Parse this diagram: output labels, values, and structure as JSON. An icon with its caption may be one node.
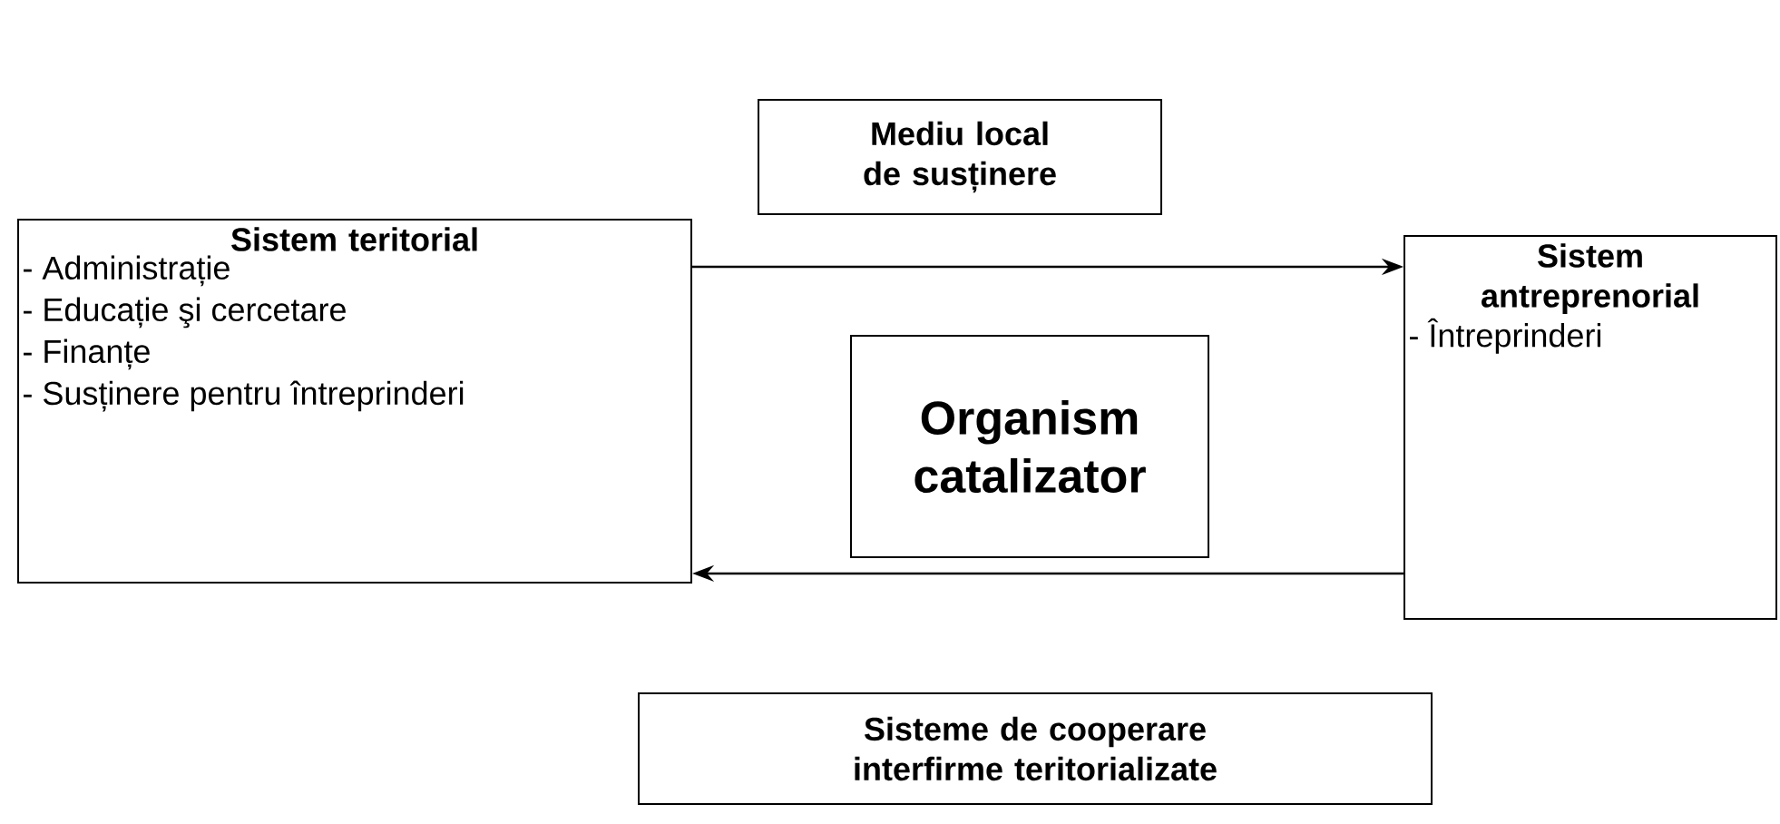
{
  "diagram": {
    "nodes": [
      {
        "text": [
          "Mediu local de susținere"
        ]
      },
      {
        "text": [
          "Sistem teritorial",
          "- Administrație",
          "- Educație şi cercetare",
          "- Finanțe",
          "- Susținere pentru întreprinderi"
        ]
      },
      {
        "text": [
          "Organism catalizator"
        ]
      },
      {
        "text": [
          "Sistem antreprenorial",
          "- Întreprinderi"
        ]
      },
      {
        "text": [
          "Sisteme de cooperare interfirme teritorializate"
        ]
      }
    ],
    "edges": [
      {
        "from": 1,
        "to": 3,
        "arrow": "to"
      },
      {
        "from": 3,
        "to": 1,
        "arrow": "to"
      }
    ]
  }
}
